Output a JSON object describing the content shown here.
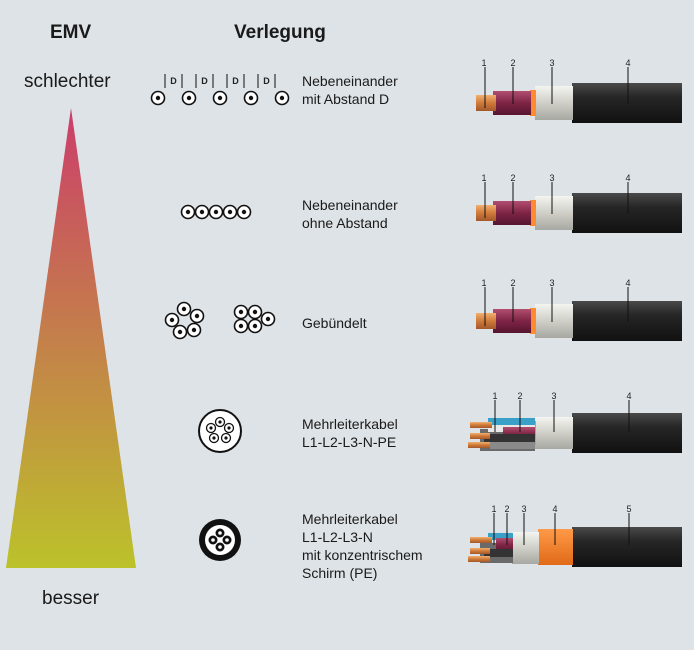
{
  "headers": {
    "emv": "EMV",
    "verlegung": "Verlegung"
  },
  "scale": {
    "top": "schlechter",
    "bottom": "besser",
    "top_color": "#cc3d6b",
    "bottom_color": "#bcc22a"
  },
  "gap_label": "D",
  "rows": [
    {
      "line1": "Nebeneinander",
      "line2": "mit Abstand D",
      "cable_numbers": [
        "1",
        "2",
        "3",
        "4"
      ]
    },
    {
      "line1": "Nebeneinander",
      "line2": "ohne Abstand",
      "cable_numbers": [
        "1",
        "2",
        "3",
        "4"
      ]
    },
    {
      "line1": "Gebündelt",
      "cable_numbers": [
        "1",
        "2",
        "3",
        "4"
      ]
    },
    {
      "line1": "Mehrleiterkabel",
      "line2": "L1-L2-L3-N-PE",
      "cable_numbers": [
        "1",
        "2",
        "3",
        "4"
      ]
    },
    {
      "line1": "Mehrleiterkabel",
      "line2": "L1-L2-L3-N",
      "line3": "mit konzentrischem",
      "line4": "Schirm (PE)",
      "cable_numbers": [
        "1",
        "2",
        "3",
        "4",
        "5"
      ]
    }
  ],
  "colors": {
    "copper": "#d98b4c",
    "insulation": "#8a2e4e",
    "sheath": "#d6d6d0",
    "jacket": "#2c2c2c",
    "shield": "#f07f2c"
  }
}
